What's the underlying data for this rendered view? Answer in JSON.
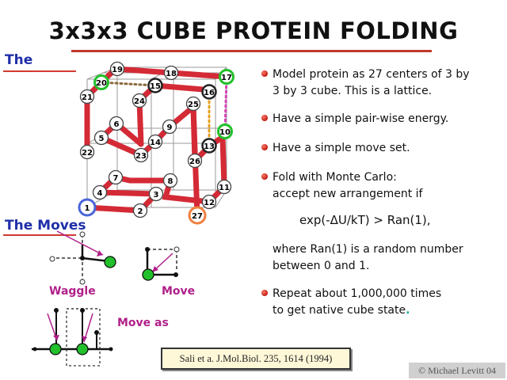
{
  "title": "3x3x3 CUBE PROTEIN FOLDING",
  "section_model": "The",
  "section_moves": "The Moves",
  "cube_node_labels": [
    "19",
    "18",
    "17",
    "20",
    "15",
    "16",
    "21",
    "24",
    "25",
    "6",
    "9",
    "10",
    "5",
    "14",
    "13",
    "22",
    "23",
    "26",
    "7",
    "8",
    "4",
    "3",
    "11",
    "1",
    "2",
    "27",
    "12"
  ],
  "move_labels": {
    "waggle": "Waggle",
    "move": "Move",
    "move_as": "Move as"
  },
  "bullets": [
    {
      "lines": [
        "Model protein as 27 centers of 3 by",
        "3 by 3 cube.  This is a lattice."
      ]
    },
    {
      "lines": [
        "Have a simple pair-wise energy."
      ]
    },
    {
      "lines": [
        "Have a simple move set."
      ]
    },
    {
      "lines": [
        "Fold with Monte Carlo:",
        "accept new arrangement if"
      ]
    },
    {
      "lines": [
        "Repeat about 1,000,000 times",
        "to get native cube state"
      ]
    }
  ],
  "equation": "exp(-ΔU/kT) > Ran(1),",
  "where_lines": [
    "where Ran(1) is a random number",
    "between 0 and 1."
  ],
  "end_dot": ".",
  "citation": "Sali et a. J.Mol.Biol. 235, 1614 (1994)",
  "copyright": "© Michael Levitt 04",
  "colors": {
    "chain": "#d42a36",
    "title_rule": "#c0392b",
    "section": "#1f2fa8",
    "move_label": "#b0208a",
    "green": "#22c02a",
    "blue_ring": "#4a64d8",
    "orange_ring": "#f08040",
    "dots_orange": "#e8a020",
    "dots_pink": "#d040b0"
  }
}
